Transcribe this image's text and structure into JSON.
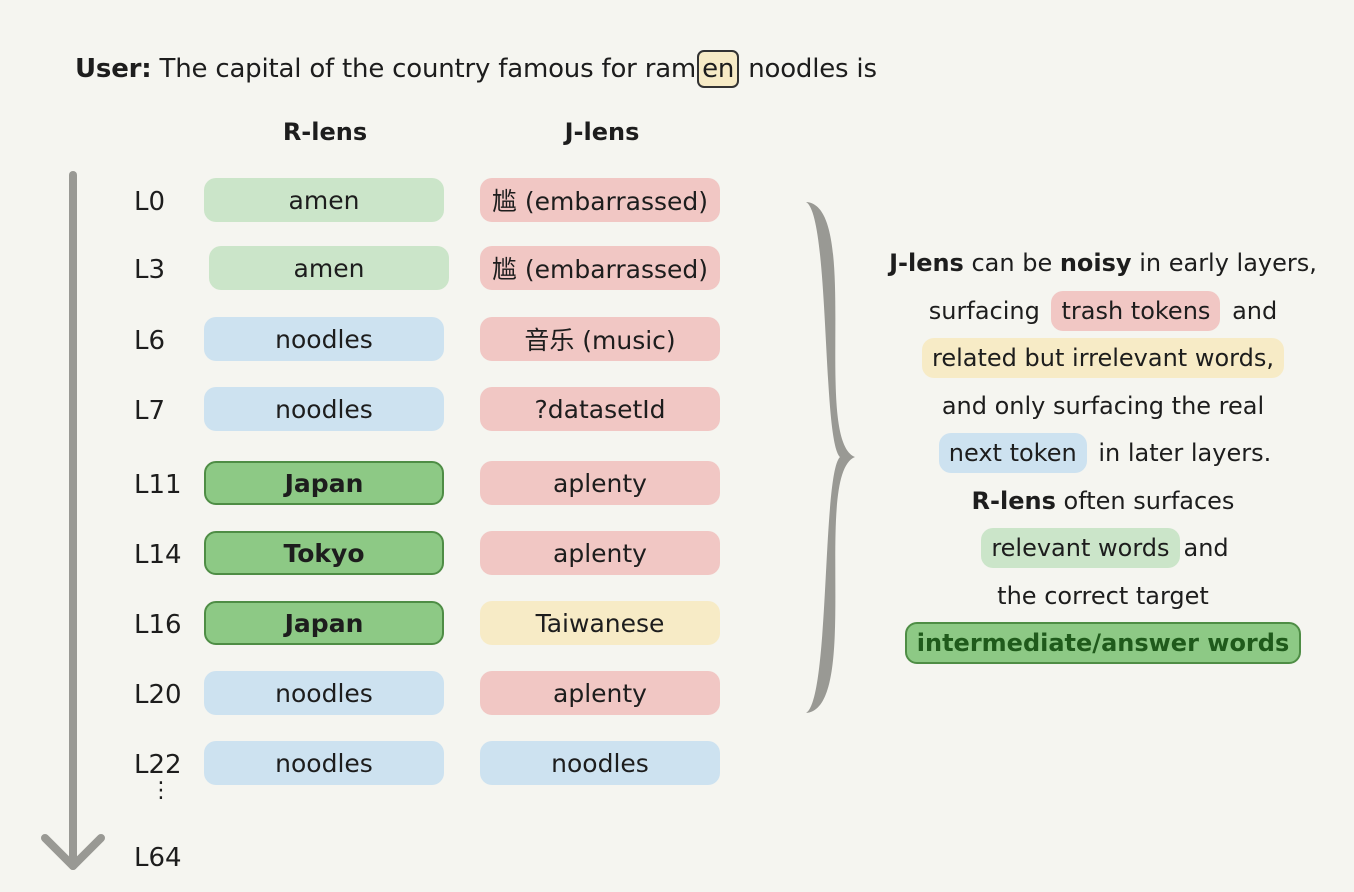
{
  "prompt": {
    "speaker": "User:",
    "before": "The capital of the country famous for ram",
    "highlight": "en",
    "after": " noodles is"
  },
  "columns": {
    "r_lens": "R-lens",
    "j_lens": "J-lens"
  },
  "rows": [
    {
      "layer": "L0",
      "r": "amen",
      "r_style": "green",
      "j": "尴 (embarrassed)",
      "j_style": "red"
    },
    {
      "layer": "L3",
      "r": "amen",
      "r_style": "green",
      "j": "尴 (embarrassed)",
      "j_style": "red"
    },
    {
      "layer": "L6",
      "r": "noodles",
      "r_style": "blue",
      "j": "音乐 (music)",
      "j_style": "red"
    },
    {
      "layer": "L7",
      "r": "noodles",
      "r_style": "blue",
      "j": "?datasetId",
      "j_style": "red"
    },
    {
      "layer": "L11",
      "r": "Japan",
      "r_style": "strong",
      "j": "aplenty",
      "j_style": "red"
    },
    {
      "layer": "L14",
      "r": "Tokyo",
      "r_style": "strong",
      "j": "aplenty",
      "j_style": "red"
    },
    {
      "layer": "L16",
      "r": "Japan",
      "r_style": "strong",
      "j": "Taiwanese",
      "j_style": "yellow"
    },
    {
      "layer": "L20",
      "r": "noodles",
      "r_style": "blue",
      "j": "aplenty",
      "j_style": "red"
    },
    {
      "layer": "L22",
      "r": "noodles",
      "r_style": "blue",
      "j": "noodles",
      "j_style": "blue"
    }
  ],
  "ellipsis": "⋮",
  "last_layer": "L64",
  "explanation": {
    "l1_b1": "J-lens",
    "l1_t1": " can be ",
    "l1_b2": "noisy",
    "l1_t2": " in early layers,",
    "l2_t1": "surfacing",
    "l2_chip": "trash tokens",
    "l2_t2": "and",
    "l3_chip": "related but irrelevant words,",
    "l4_t1": "and only surfacing the real",
    "l5_chip": "next token",
    "l5_t1": "in later layers.",
    "l6_b1": "R-lens",
    "l6_t1": " often surfaces",
    "l7_chip": "relevant words",
    "l7_t1": "and",
    "l8_t1": "the correct target",
    "l9_chip": "intermediate/answer words"
  },
  "colors": {
    "green": "#cbe5c9",
    "blue": "#cde2f0",
    "red": "#f1c7c4",
    "yellow": "#f7ebc6",
    "strong": "#8dc985",
    "strong_border": "#4e8d45",
    "arrow": "#999994"
  }
}
